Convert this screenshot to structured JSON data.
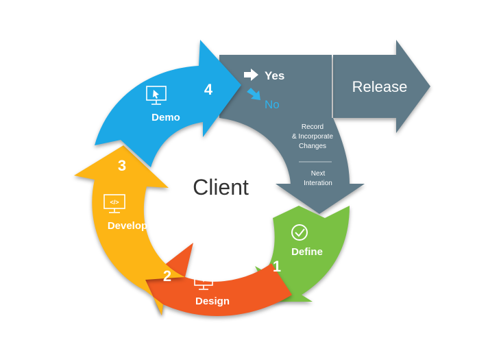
{
  "center_label": "Client",
  "steps": [
    {
      "number": "1",
      "label": "Define",
      "icon": "checkmark-icon",
      "color": "#7ac143"
    },
    {
      "number": "2",
      "label": "Design",
      "icon": "design-pen-monitor-icon",
      "color": "#f15a22"
    },
    {
      "number": "3",
      "label": "Develop",
      "icon": "code-monitor-icon",
      "color": "#fdb515"
    },
    {
      "number": "4",
      "label": "Demo",
      "icon": "cursor-monitor-icon",
      "color": "#1ca8e6"
    }
  ],
  "decision": {
    "yes_label": "Yes",
    "no_label": "No",
    "yes_icon": "arrow-right-icon",
    "no_icon": "arrow-down-right-icon",
    "note_1": [
      "Record",
      "& Incorporate",
      "Changes"
    ],
    "note_2": [
      "Next",
      "Interation"
    ],
    "color": "#5f7a88"
  },
  "release": {
    "label": "Release",
    "color": "#5f7a88"
  }
}
